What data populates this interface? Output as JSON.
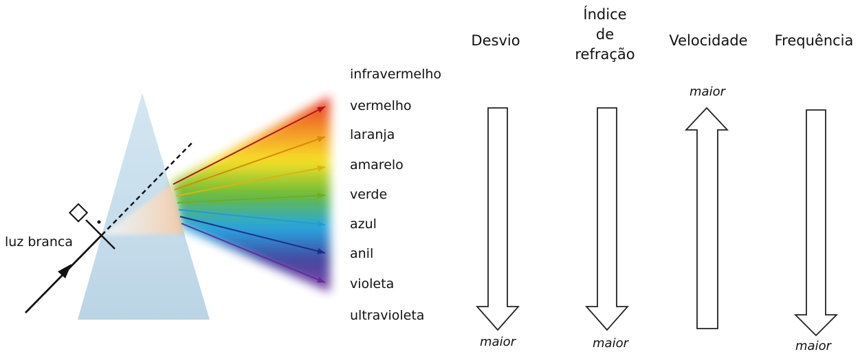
{
  "light_label": "luz branca",
  "spectrum_labels": [
    "infravermelho",
    "vermelho",
    "laranja",
    "amarelo",
    "verde",
    "azul",
    "anil",
    "violeta",
    "ultravioleta"
  ],
  "ray_colors": [
    "#b3141c",
    "#d9880a",
    "#d9b40e",
    "#74ad16",
    "#1f9cd8",
    "#1e2d8a",
    "#6a2a96"
  ],
  "properties": [
    {
      "title_lines": [
        "Desvio"
      ],
      "direction": "down",
      "label": "maior"
    },
    {
      "title_lines": [
        "Índice",
        "de",
        "refração"
      ],
      "direction": "down",
      "label": "maior"
    },
    {
      "title_lines": [
        "Velocidade"
      ],
      "direction": "up",
      "label": "maior"
    },
    {
      "title_lines": [
        "Frequência"
      ],
      "direction": "down",
      "label": "maior"
    }
  ]
}
